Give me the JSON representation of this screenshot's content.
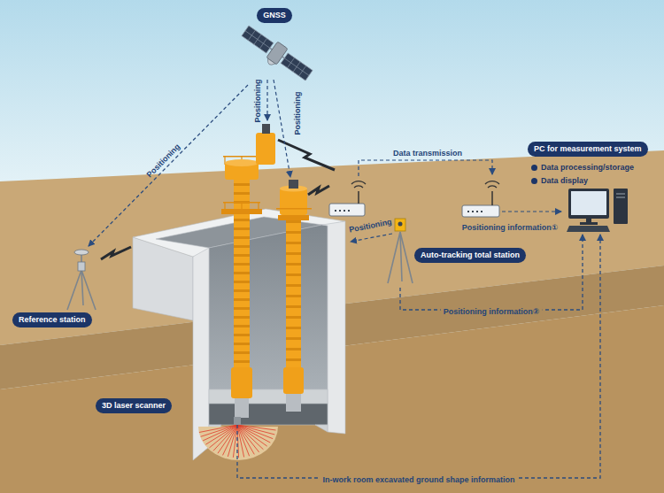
{
  "diagram": {
    "nodes": [
      {
        "text": [
          "GNSS"
        ]
      },
      {
        "text": [
          "Reference station"
        ]
      },
      {
        "text": [
          "Auto-tracking total station"
        ]
      },
      {
        "text": [
          "PC for measurement system",
          "Data processing/storage",
          "Data display"
        ]
      },
      {
        "text": [
          "3D laser scanner"
        ]
      }
    ],
    "edges": [
      {
        "from": 0,
        "to": 1,
        "arrow": "to",
        "label": "Positioning"
      },
      {
        "from": 2,
        "to": 3,
        "arrow": "to",
        "label": "Positioning information②"
      },
      {
        "from": 4,
        "to": 3,
        "arrow": "to",
        "label": "In-work room excavated ground shape information"
      }
    ],
    "labels": [
      "Positioning",
      "Positioning",
      "Positioning",
      "Data transmission",
      "Positioning information①"
    ]
  }
}
